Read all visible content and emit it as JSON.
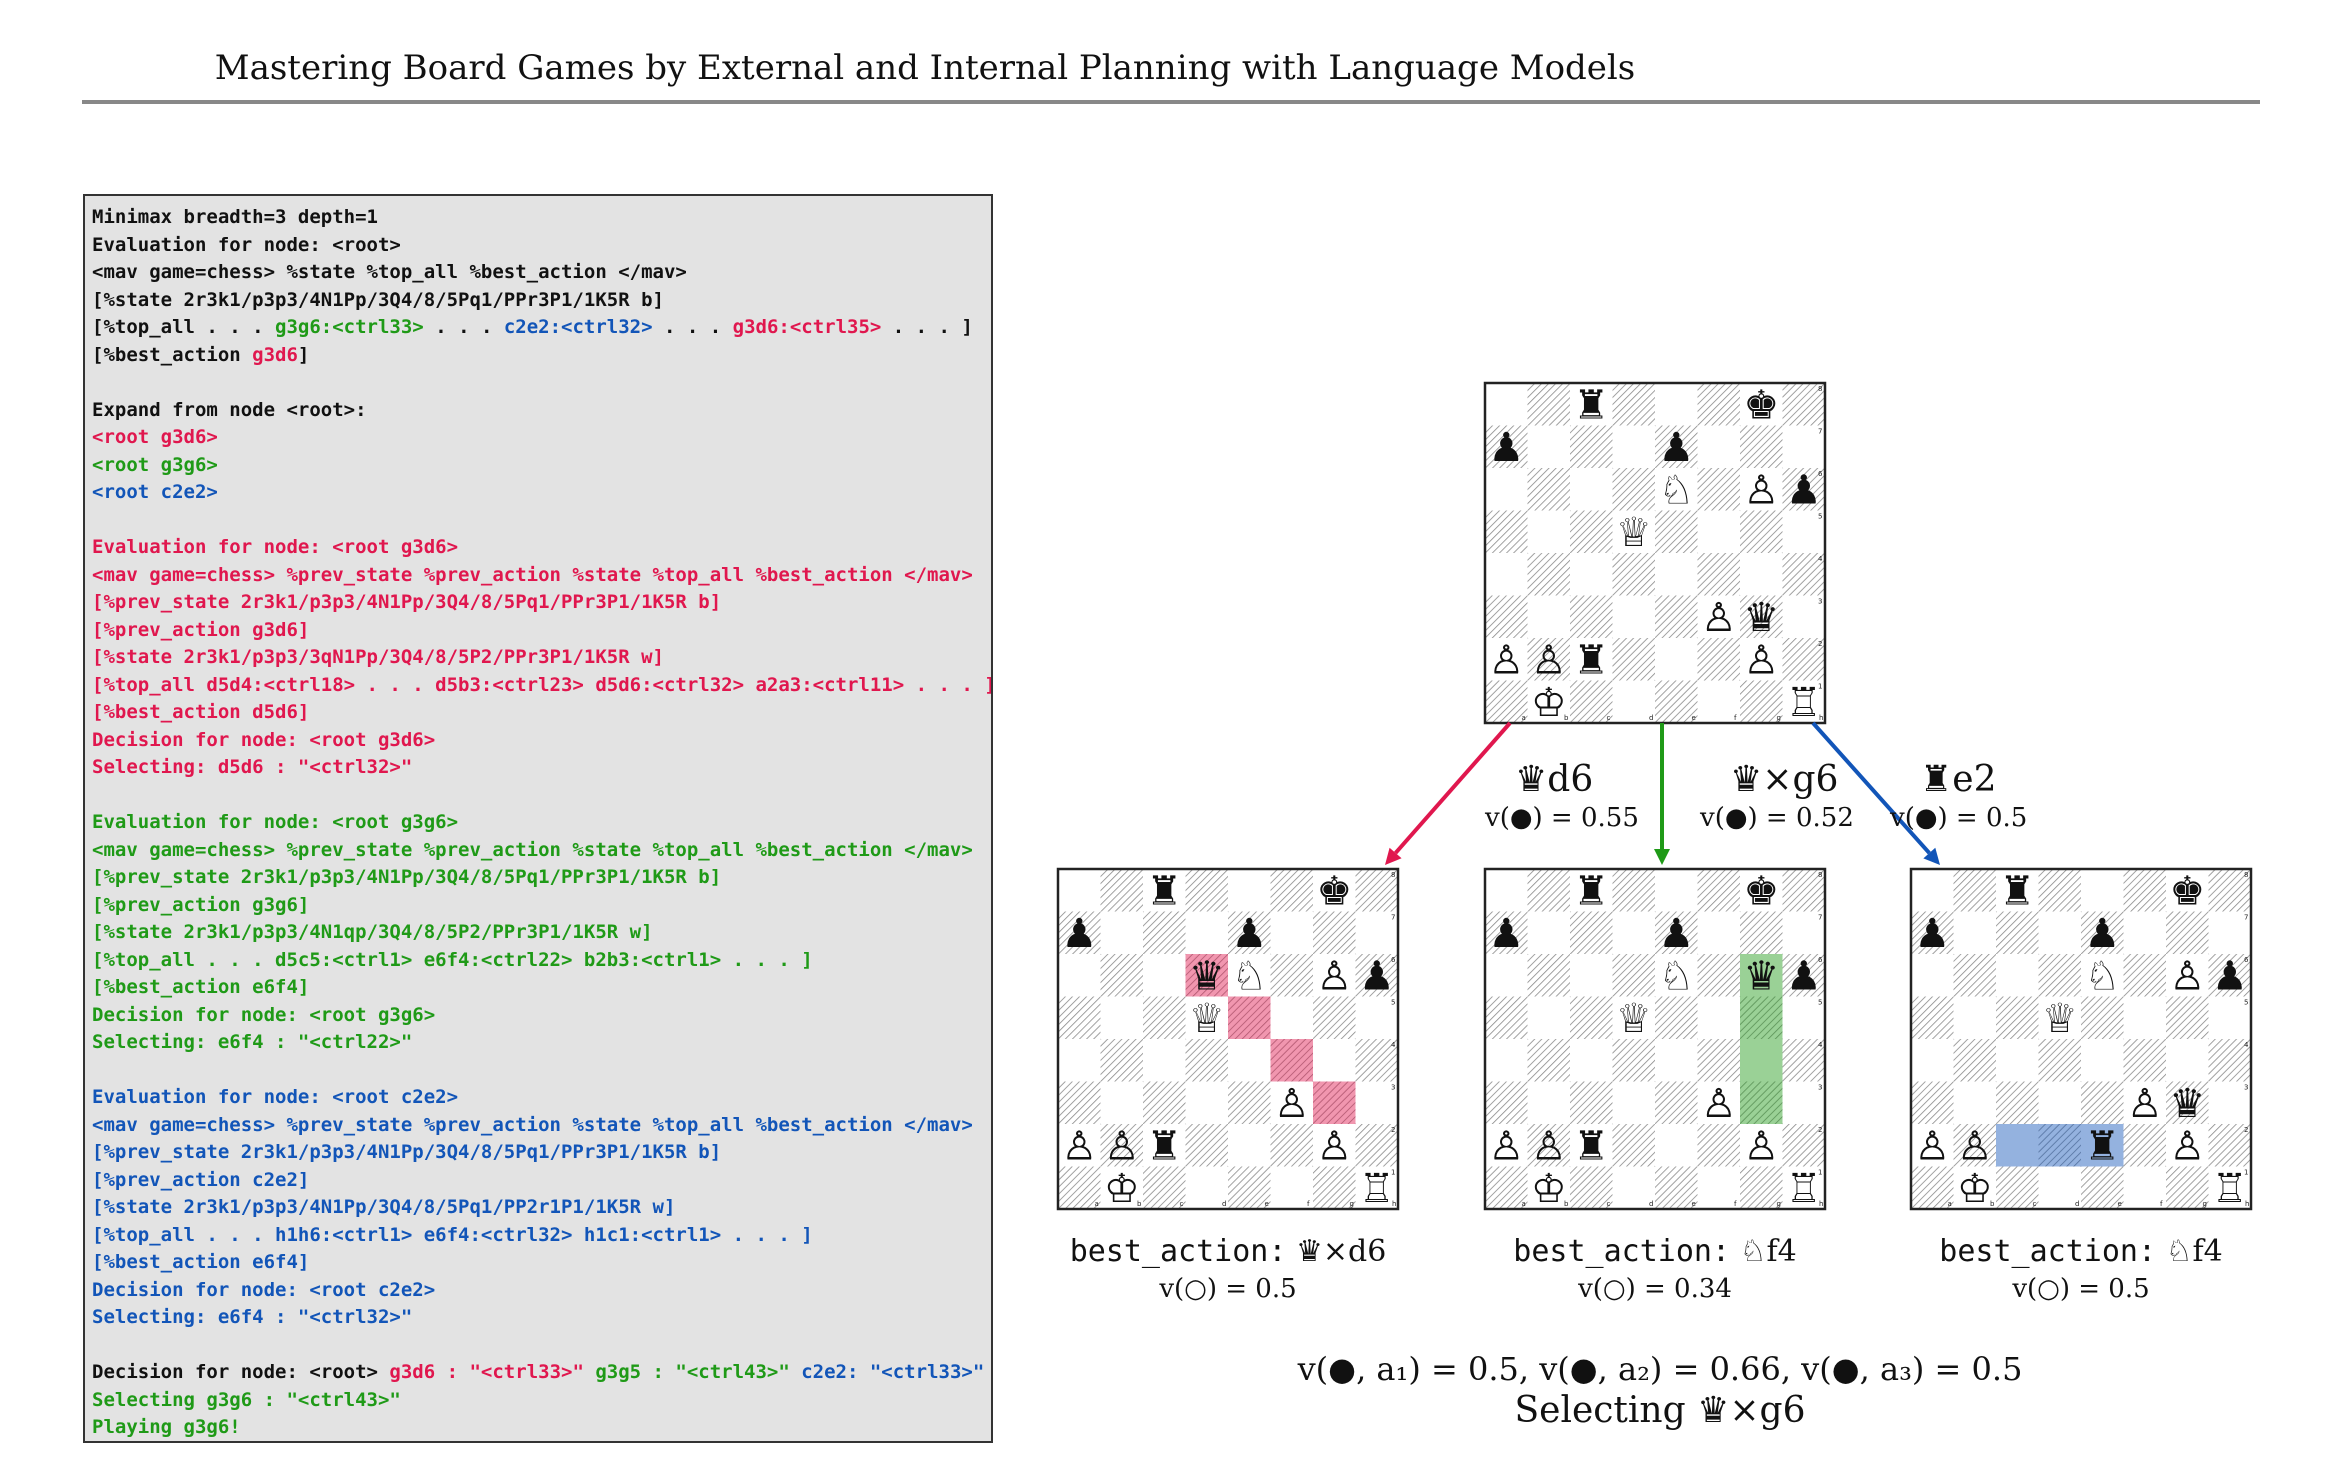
{
  "header": {
    "title": "Mastering Board Games by External and Internal Planning with Language Models"
  },
  "log": {
    "lines": [
      [
        {
          "t": "Minimax breadth=3 depth=1",
          "c": "black"
        }
      ],
      [
        {
          "t": "Evaluation for node: <root>",
          "c": "black"
        }
      ],
      [
        {
          "t": "<mav game=chess> %state %top_all %best_action </mav>",
          "c": "black"
        }
      ],
      [
        {
          "t": "[%state 2r3k1/p3p3/4N1Pp/3Q4/8/5Pq1/PPr3P1/1K5R b]",
          "c": "black"
        }
      ],
      [
        {
          "t": "[%top_all . . . ",
          "c": "black"
        },
        {
          "t": "g3g6:<ctrl33>",
          "c": "green"
        },
        {
          "t": " . . . ",
          "c": "black"
        },
        {
          "t": "c2e2:<ctrl32>",
          "c": "blue"
        },
        {
          "t": " . . . ",
          "c": "black"
        },
        {
          "t": "g3d6:<ctrl35>",
          "c": "red"
        },
        {
          "t": " . . . ]",
          "c": "black"
        }
      ],
      [
        {
          "t": "[%best_action ",
          "c": "black"
        },
        {
          "t": "g3d6",
          "c": "red"
        },
        {
          "t": "]",
          "c": "black"
        }
      ],
      [],
      [
        {
          "t": "Expand from node <root>:",
          "c": "black"
        }
      ],
      [
        {
          "t": "<root g3d6>",
          "c": "red"
        }
      ],
      [
        {
          "t": "<root g3g6>",
          "c": "green"
        }
      ],
      [
        {
          "t": "<root c2e2>",
          "c": "blue"
        }
      ],
      [],
      [
        {
          "t": "Evaluation for node: <root g3d6>",
          "c": "red"
        }
      ],
      [
        {
          "t": "<mav game=chess> %prev_state %prev_action %state %top_all %best_action </mav>",
          "c": "red"
        }
      ],
      [
        {
          "t": "[%prev_state 2r3k1/p3p3/4N1Pp/3Q4/8/5Pq1/PPr3P1/1K5R b]",
          "c": "red"
        }
      ],
      [
        {
          "t": "[%prev_action g3d6]",
          "c": "red"
        }
      ],
      [
        {
          "t": "[%state 2r3k1/p3p3/3qN1Pp/3Q4/8/5P2/PPr3P1/1K5R w]",
          "c": "red"
        }
      ],
      [
        {
          "t": "[%top_all d5d4:<ctrl18> . . . d5b3:<ctrl23> d5d6:<ctrl32> a2a3:<ctrl11> . . . ]",
          "c": "red"
        }
      ],
      [
        {
          "t": "[%best_action d5d6]",
          "c": "red"
        }
      ],
      [
        {
          "t": "Decision for node: <root g3d6>",
          "c": "red"
        }
      ],
      [
        {
          "t": "Selecting: d5d6 : \"<ctrl32>\"",
          "c": "red"
        }
      ],
      [],
      [
        {
          "t": "Evaluation for node: <root g3g6>",
          "c": "green"
        }
      ],
      [
        {
          "t": "<mav game=chess> %prev_state %prev_action %state %top_all %best_action </mav>",
          "c": "green"
        }
      ],
      [
        {
          "t": "[%prev_state 2r3k1/p3p3/4N1Pp/3Q4/8/5Pq1/PPr3P1/1K5R b]",
          "c": "green"
        }
      ],
      [
        {
          "t": "[%prev_action g3g6]",
          "c": "green"
        }
      ],
      [
        {
          "t": "[%state 2r3k1/p3p3/4N1qp/3Q4/8/5P2/PPr3P1/1K5R w]",
          "c": "green"
        }
      ],
      [
        {
          "t": "[%top_all . . . d5c5:<ctrl1> e6f4:<ctrl22> b2b3:<ctrl1> . . . ]",
          "c": "green"
        }
      ],
      [
        {
          "t": "[%best_action e6f4]",
          "c": "green"
        }
      ],
      [
        {
          "t": "Decision for node: <root g3g6>",
          "c": "green"
        }
      ],
      [
        {
          "t": "Selecting: e6f4 : \"<ctrl22>\"",
          "c": "green"
        }
      ],
      [],
      [
        {
          "t": "Evaluation for node: <root c2e2>",
          "c": "blue"
        }
      ],
      [
        {
          "t": "<mav game=chess> %prev_state %prev_action %state %top_all %best_action </mav>",
          "c": "blue"
        }
      ],
      [
        {
          "t": "[%prev_state 2r3k1/p3p3/4N1Pp/3Q4/8/5Pq1/PPr3P1/1K5R b]",
          "c": "blue"
        }
      ],
      [
        {
          "t": "[%prev_action c2e2]",
          "c": "blue"
        }
      ],
      [
        {
          "t": "[%state 2r3k1/p3p3/4N1Pp/3Q4/8/5Pq1/PP2r1P1/1K5R w]",
          "c": "blue"
        }
      ],
      [
        {
          "t": "[%top_all . . . h1h6:<ctrl1> e6f4:<ctrl32> h1c1:<ctrl1> . . . ]",
          "c": "blue"
        }
      ],
      [
        {
          "t": "[%best_action e6f4]",
          "c": "blue"
        }
      ],
      [
        {
          "t": "Decision for node: <root c2e2>",
          "c": "blue"
        }
      ],
      [
        {
          "t": "Selecting: e6f4 : \"<ctrl32>\"",
          "c": "blue"
        }
      ],
      [],
      [
        {
          "t": "Decision for node: <root> ",
          "c": "black"
        },
        {
          "t": "g3d6 : \"<ctrl33>\"",
          "c": "red"
        },
        {
          "t": " g3g5 : \"<ctrl43>\"",
          "c": "green"
        },
        {
          "t": " c2e2: \"<ctrl33>\"",
          "c": "blue"
        }
      ],
      [
        {
          "t": "Selecting g3g6 : \"<ctrl43>\"",
          "c": "green"
        }
      ],
      [
        {
          "t": "Playing g3g6!",
          "c": "green"
        }
      ]
    ]
  },
  "tree": {
    "boards": {
      "root": "2r3k1/p3p3/4N1Pp/3Q4/8/5Pq1/PPr3P1/1K5R",
      "left": "2r3k1/p3p3/3qN1Pp/3Q4/8/5P2/PPr3P1/1K5R",
      "middle": "2r3k1/p3p3/4N1qp/3Q4/8/5P2/PPr3P1/1K5R",
      "right": "2r3k1/p3p3/4N1Pp/3Q4/8/5Pq1/PP2r1P1/1K5R"
    },
    "edges": [
      {
        "id": "left",
        "color": "#e0174e",
        "move_piece": "♛",
        "move_text": "d6",
        "value": "v(●) = 0.55"
      },
      {
        "id": "middle",
        "color": "#1f9a17",
        "move_piece": "♛",
        "move_text": "×g6",
        "value": "v(●) = 0.52"
      },
      {
        "id": "right",
        "color": "#1255b8",
        "move_piece": "♜",
        "move_text": "e2",
        "value": "v(●) = 0.5"
      }
    ],
    "leaves": [
      {
        "id": "left",
        "label": "best_action:",
        "piece": "♛",
        "move": "×d6",
        "value": "v(○) = 0.5",
        "highlight_color": "#e0174e",
        "highlight": [
          "d6",
          "e5",
          "f4",
          "g3"
        ]
      },
      {
        "id": "middle",
        "label": "best_action:",
        "piece": "♘",
        "move": "f4",
        "value": "v(○) = 0.34",
        "highlight_color": "#1f9a17",
        "highlight": [
          "g6",
          "g5",
          "g4",
          "g3"
        ]
      },
      {
        "id": "right",
        "label": "best_action:",
        "piece": "♘",
        "move": "f4",
        "value": "v(○) = 0.5",
        "highlight_color": "#1255b8",
        "highlight": [
          "c2",
          "d2",
          "e2"
        ]
      }
    ],
    "summary": "v(●, a₁) = 0.5,    v(●, a₂) = 0.66,    v(●, a₃) = 0.5",
    "selecting": {
      "text": "Selecting ",
      "piece": "♛",
      "move": "×g6"
    },
    "files": [
      "a",
      "b",
      "c",
      "d",
      "e",
      "f",
      "g",
      "h"
    ],
    "ranks": [
      "8",
      "7",
      "6",
      "5",
      "4",
      "3",
      "2",
      "1"
    ]
  }
}
